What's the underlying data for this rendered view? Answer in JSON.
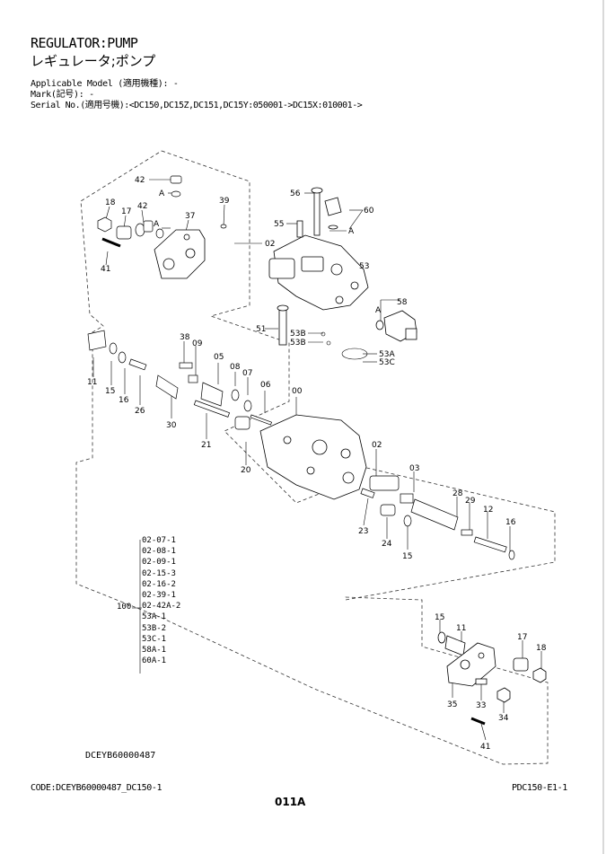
{
  "header": {
    "title": "REGULATOR:PUMP",
    "title_jp": "レギュレータ;ポンプ",
    "applicable_model": "Applicable Model (適用機種): -",
    "mark": "Mark(記号): -",
    "serial": "Serial No.(適用号機):<DC150,DC15Z,DC151,DC15Y:050001->DC15X:010001->"
  },
  "callouts": [
    "42",
    "A",
    "18",
    "17",
    "42",
    "A",
    "39",
    "37",
    "02",
    "41",
    "56",
    "55",
    "60",
    "A",
    "53",
    "58",
    "A",
    "51",
    "53B",
    "53B",
    "53A",
    "53C",
    "38",
    "09",
    "05",
    "08",
    "07",
    "06",
    "00",
    "11",
    "15",
    "16",
    "26",
    "30",
    "21",
    "20",
    "02",
    "03",
    "28",
    "29",
    "12",
    "16",
    "23",
    "24",
    "15",
    "15",
    "11",
    "17",
    "18",
    "35",
    "33",
    "34",
    "41"
  ],
  "kit": {
    "number": "100",
    "items": [
      "02-07-1",
      "02-08-1",
      "02-09-1",
      "02-15-3",
      "02-16-2",
      "02-39-1",
      "02-42A-2",
      "53A-1",
      "53B-2",
      "53C-1",
      "58A-1",
      "60A-1"
    ]
  },
  "doc_id": "DCEYB60000487",
  "footer": {
    "code": "CODE:DCEYB60000487_DC150-1",
    "page": "011A",
    "ref": "PDC150-E1-1"
  }
}
